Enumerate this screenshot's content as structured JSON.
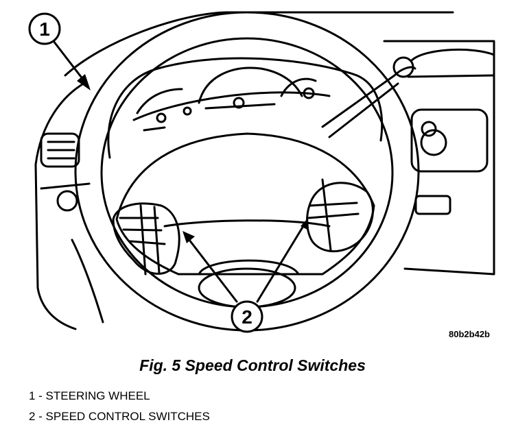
{
  "callouts": [
    {
      "number": "1"
    },
    {
      "number": "2"
    }
  ],
  "image_ref": "80b2b42b",
  "caption": "Fig. 5 Speed Control Switches",
  "legend": [
    {
      "text": "1 - STEERING WHEEL"
    },
    {
      "text": "2 - SPEED CONTROL SWITCHES"
    }
  ]
}
